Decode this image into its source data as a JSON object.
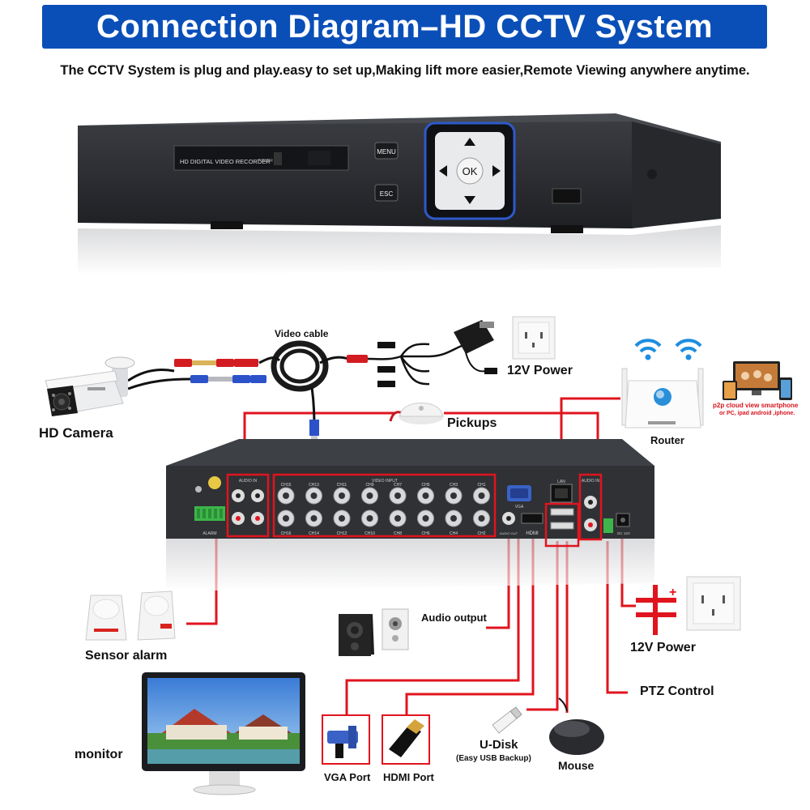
{
  "header": {
    "title": "Connection Diagram–HD CCTV System",
    "subtitle": "The CCTV System is plug and play.easy to set up,Making lift more easier,Remote Viewing anywhere anytime."
  },
  "dvr_front": {
    "model_label": "HD DIGITAL VIDEO RECORDER",
    "power_label": "POWER",
    "menu_button": "MENU",
    "esc_button": "ESC",
    "ok_button": "OK"
  },
  "labels": {
    "video_cable": "Video cable",
    "hd_camera": "HD Camera",
    "power_top": "12V Power",
    "pickups": "Pickups",
    "router": "Router",
    "p2p_line1": "p2p cloud  view smartphone",
    "p2p_line2": "or PC, ipad android ,iphone.",
    "sensor_alarm": "Sensor alarm",
    "audio_output": "Audio output",
    "power_right": "12V Power",
    "ptz_control": "PTZ Control",
    "monitor": "monitor",
    "vga_port": "VGA Port",
    "hdmi_port": "HDMI Port",
    "u_disk": "U-Disk",
    "u_disk_sub": "(Easy USB Backup)",
    "mouse": "Mouse"
  },
  "dvr_rear": {
    "audio_in_left": "AUDIO IN",
    "video_input": "VIDEO INPUT",
    "audio_in_right": "AUDIO IN",
    "alarm": "ALARM",
    "vga": "VGA",
    "lan": "LAN",
    "hdmi": "HDMI",
    "audio_out": "AUDIO OUT",
    "dc12v": "DC 12V",
    "channels_top": [
      "CH15",
      "CH13",
      "CH11",
      "CH9",
      "CH7",
      "CH5",
      "CH3",
      "CH1"
    ],
    "channels_bottom": [
      "CH16",
      "CH14",
      "CH12",
      "CH10",
      "CH8",
      "CH6",
      "CH4",
      "CH2"
    ]
  },
  "colors": {
    "banner": "#0a4fb8",
    "wire": "#e0141e",
    "dvr_body": "#2f3135"
  }
}
